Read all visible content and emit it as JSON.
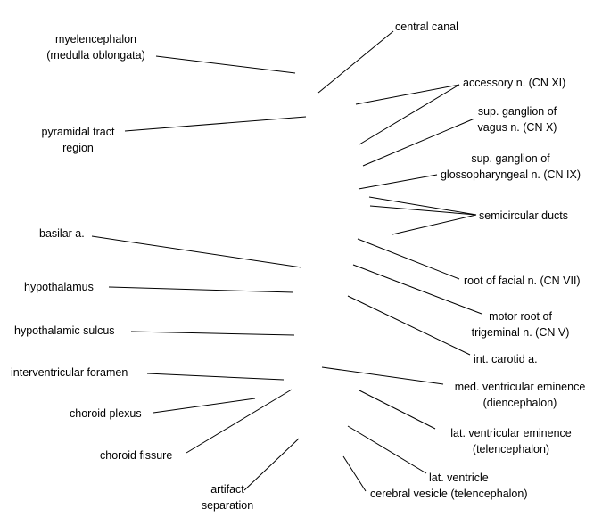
{
  "labels": {
    "myelencephalon": [
      "myelencephalon",
      "(medulla oblongata)"
    ],
    "central_canal": [
      "central canal"
    ],
    "accessory_n": [
      "accessory n. (CN XI)"
    ],
    "pyramidal_tract": [
      "pyramidal tract",
      "region"
    ],
    "sup_ganglion_vagus": [
      "sup. ganglion of",
      "vagus n. (CN X)"
    ],
    "sup_ganglion_glossopharyngeal": [
      "sup. ganglion of",
      "glossopharyngeal n. (CN IX)"
    ],
    "semicircular_ducts": [
      "semicircular ducts"
    ],
    "basilar_a": [
      "basilar a."
    ],
    "root_facial_n": [
      "root of facial n. (CN VII)"
    ],
    "hypothalamus": [
      "hypothalamus"
    ],
    "motor_root_trigeminal": [
      "motor root of",
      "trigeminal n. (CN V)"
    ],
    "hypothalamic_sulcus": [
      "hypothalamic sulcus"
    ],
    "int_carotid_a": [
      "int. carotid a."
    ],
    "interventricular_foramen": [
      "interventricular foramen"
    ],
    "med_ventricular_eminence": [
      "med. ventricular eminence",
      "(diencephalon)"
    ],
    "choroid_plexus": [
      "choroid plexus"
    ],
    "lat_ventricular_eminence": [
      "lat. ventricular eminence",
      "(telencephalon)"
    ],
    "choroid_fissure": [
      "choroid fissure"
    ],
    "lat_ventricle": [
      "lat. ventricle"
    ],
    "artifact_separation": [
      "artifact",
      "separation"
    ],
    "cerebral_vesicle": [
      "cerebral vesicle (telencephalon)"
    ]
  }
}
